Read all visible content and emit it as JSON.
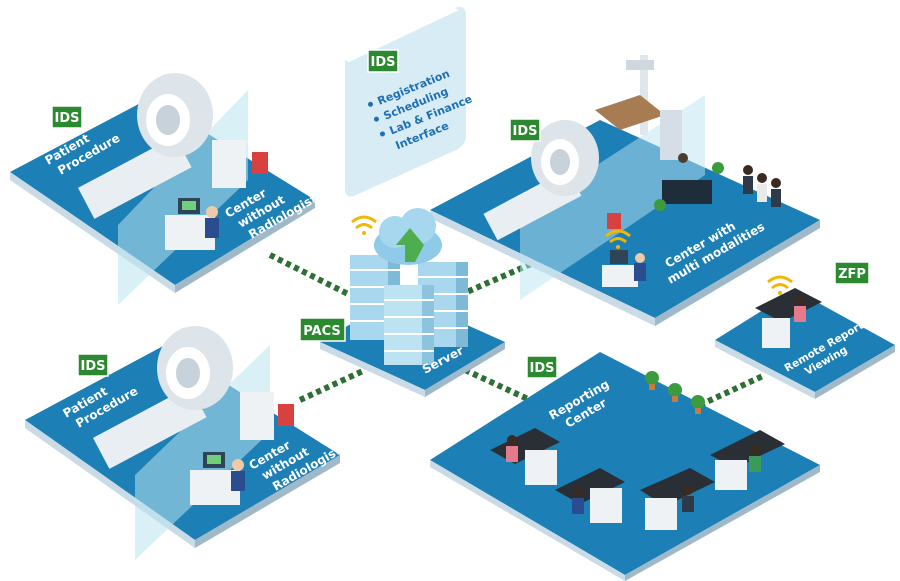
{
  "tags": {
    "ids_top_left": "IDS",
    "ids_card": "IDS",
    "ids_top_right": "IDS",
    "ids_bottom_left": "IDS",
    "ids_reporting": "IDS",
    "pacs": "PACS",
    "zfp": "ZFP"
  },
  "card": {
    "items": [
      "Registration",
      "Scheduling",
      "Lab & Finance",
      "Interface"
    ]
  },
  "top_left": {
    "label_left": [
      "Patient",
      "Procedure"
    ],
    "label_right": [
      "Center",
      "without",
      "Radiologist"
    ]
  },
  "bottom_left": {
    "label_left": [
      "Patient",
      "Procedure"
    ],
    "label_right": [
      "Center",
      "without",
      "Radiologist"
    ]
  },
  "top_right": {
    "label": [
      "Center with",
      "multi modalities"
    ]
  },
  "server": {
    "label": "Server"
  },
  "reporting": {
    "label": [
      "Reporting",
      "Center"
    ]
  },
  "remote": {
    "label": [
      "Remote Report",
      "Viewing"
    ]
  },
  "colors": {
    "platform_top": "#1c7fb6",
    "platform_side": "#c9dbe6",
    "tag_green": "#2b8a2f",
    "link_green": "#2e6f34"
  }
}
